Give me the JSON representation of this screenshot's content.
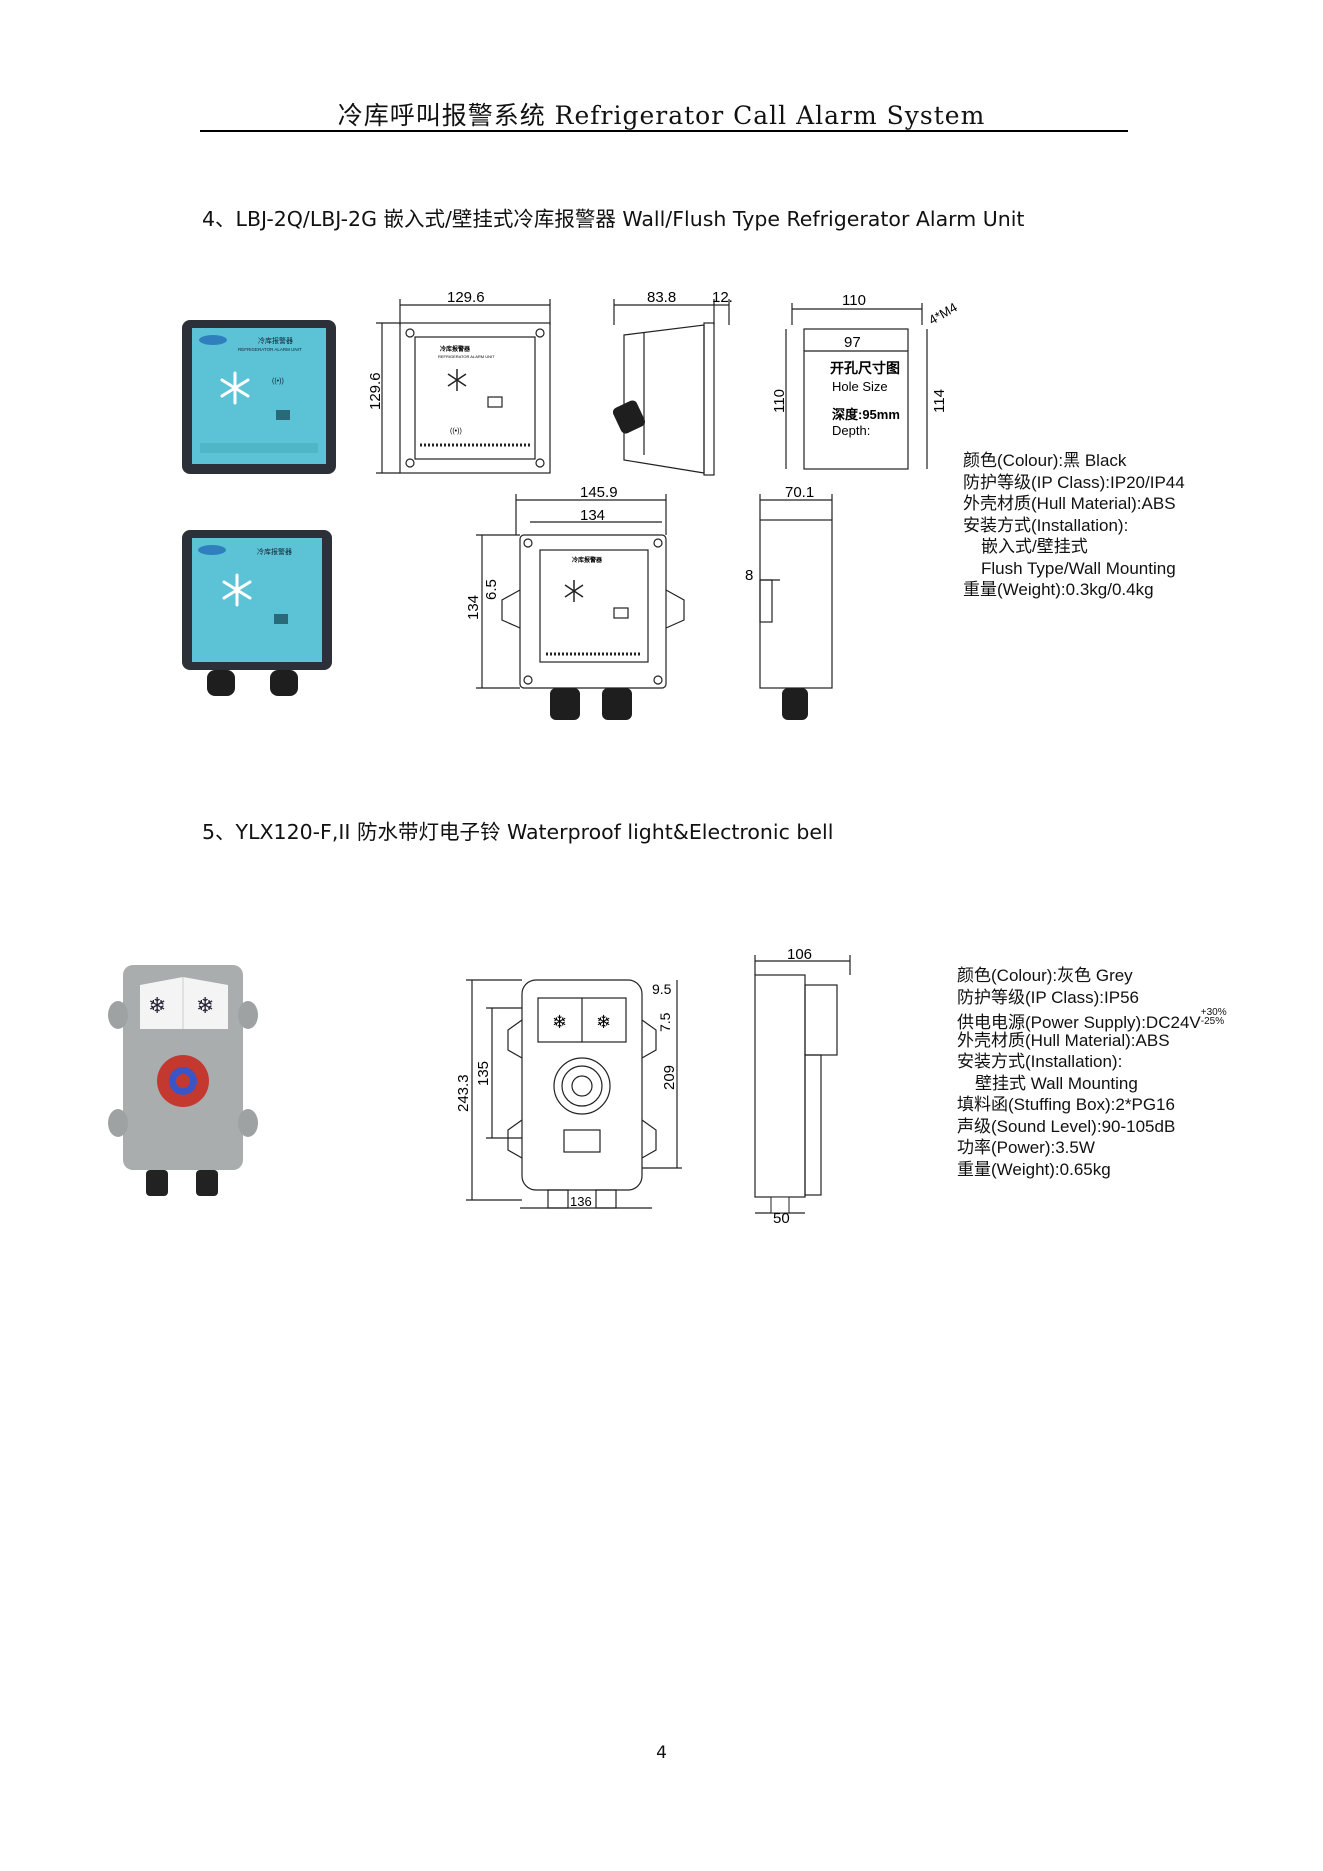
{
  "header": {
    "title": "冷库呼叫报警系统 Refrigerator Call Alarm System"
  },
  "section4": {
    "title": "4、LBJ-2Q/LBJ-2G  嵌入式/壁挂式冷库报警器 Wall/Flush Type Refrigerator Alarm Unit",
    "photo_panel_title": "冷库报警器",
    "photo_panel_subtitle": "REFRIGERATOR ALARM UNIT",
    "drawing_panel_title": "冷库报警器",
    "drawing_panel_subtitle": "REFRIGERATOR ALARM UNIT",
    "dimensions": {
      "front_width": "129.6",
      "front_height": "129.6",
      "side_depth": "83.8",
      "side_flange": "12.1",
      "hole_outer": "110",
      "hole_inner": "97",
      "hole_v_left": "110",
      "hole_v_right": "114",
      "hole_screw": "4*M4",
      "hole_label_cn": "开孔尺寸图",
      "hole_label_en": "Hole Size",
      "hole_depth_cn": "深度:95mm",
      "hole_depth_en": "Depth:",
      "wall_outer": "145.9",
      "wall_inner": "134",
      "wall_height": "134",
      "wall_tab": "6.5",
      "wall_side_depth": "70.1",
      "wall_side_small": "8"
    },
    "specs": [
      "颜色(Colour):黑 Black",
      "防护等级(IP Class):IP20/IP44",
      "外壳材质(Hull Material):ABS",
      "安装方式(Installation):",
      "嵌入式/壁挂式",
      "Flush Type/Wall Mounting",
      "重量(Weight):0.3kg/0.4kg"
    ]
  },
  "section5": {
    "title": "5、YLX120-F,II  防水带灯电子铃  Waterproof light&Electronic bell",
    "dimensions": {
      "height_total": "243.3",
      "height_inner": "135",
      "height_right": "209",
      "top_gap": "9.5",
      "top_gap2": "7.5",
      "bottom_width": "136",
      "side_depth": "106",
      "side_bottom": "50"
    },
    "specs": [
      "颜色(Colour):灰色 Grey",
      "防护等级(IP Class):IP56",
      "供电电源(Power Supply):DC24V",
      "外壳材质(Hull Material):ABS",
      "安装方式(Installation):",
      "壁挂式 Wall Mounting",
      "填料函(Stuffing Box):2*PG16",
      "声级(Sound Level):90-105dB",
      "功率(Power):3.5W",
      "重量(Weight):0.65kg"
    ],
    "tolerance_plus": "+30%",
    "tolerance_minus": "-25%"
  },
  "footer": {
    "page_number": "4"
  }
}
